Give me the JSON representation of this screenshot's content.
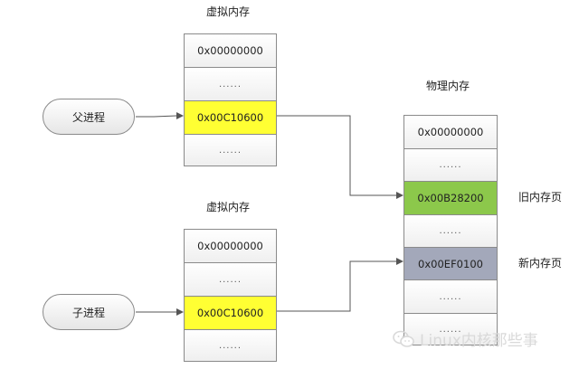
{
  "virtual_memory_top": {
    "title": "虚拟内存",
    "cells": [
      "0x00000000",
      "......",
      "0x00C10600",
      "......"
    ]
  },
  "virtual_memory_bottom": {
    "title": "虚拟内存",
    "cells": [
      "0x00000000",
      "......",
      "0x00C10600",
      "......"
    ]
  },
  "physical_memory": {
    "title": "物理内存",
    "cells": [
      "0x00000000",
      "......",
      "0x00B28200",
      "......",
      "0x00EF0100",
      "......",
      "......"
    ]
  },
  "processes": {
    "parent": "父进程",
    "child": "子进程"
  },
  "labels": {
    "old_page": "旧内存页",
    "new_page": "新内存页"
  },
  "watermark": "Linux内核那些事",
  "colors": {
    "mapped_virtual": "#ffff33",
    "old_page": "#8cc84b",
    "new_page": "#a3a8ba"
  }
}
